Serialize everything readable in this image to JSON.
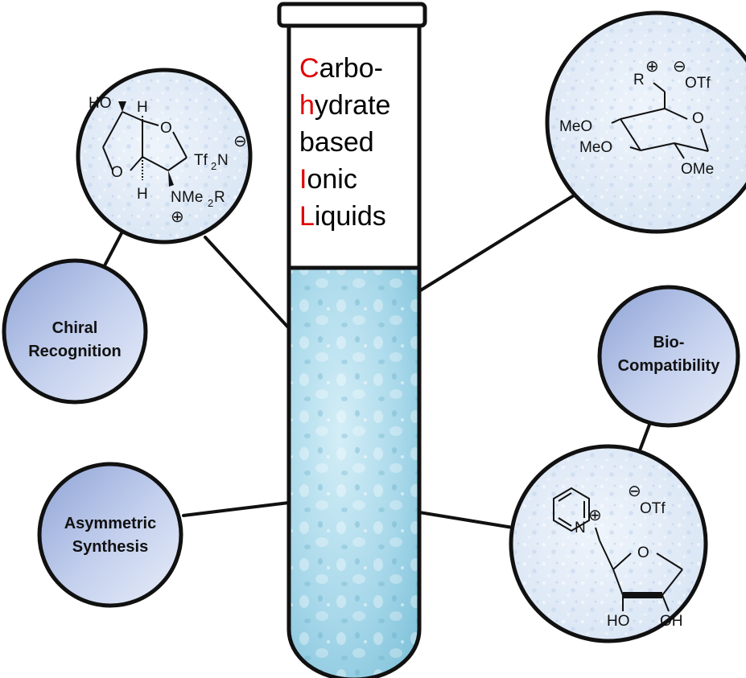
{
  "title": {
    "lines": [
      {
        "initial": "C",
        "rest": "arbo-"
      },
      {
        "initial": "h",
        "rest": "ydrate"
      },
      {
        "initial": "",
        "rest": "based"
      },
      {
        "initial": "I",
        "rest": "onic"
      },
      {
        "initial": "L",
        "rest": "iquids"
      }
    ],
    "highlight_color": "#e00000"
  },
  "features": [
    {
      "lines": [
        "Chiral",
        "Recognition"
      ]
    },
    {
      "lines": [
        "Asymmetric",
        "Synthesis"
      ]
    },
    {
      "lines": [
        "Bio-",
        "Compatibility"
      ]
    }
  ],
  "structures": {
    "isosorbide": {
      "labels": [
        "HO",
        "H",
        "H",
        "O",
        "O",
        "Tf",
        "2",
        "N",
        "N",
        "Me",
        "2",
        "R",
        "⊖",
        "⊕"
      ]
    },
    "glucose": {
      "labels": [
        "R",
        "⊕",
        "⊖",
        "OTf",
        "MeO",
        "MeO",
        "O",
        "OMe"
      ]
    },
    "ribose": {
      "labels": [
        "N",
        "⊕",
        "⊖",
        "OTf",
        "O",
        "HO",
        "OH"
      ]
    }
  },
  "colors": {
    "liquid": "#9fd3e6",
    "bubble_fill": "#b5c4e6",
    "molecule_bg": "#e3ecf7",
    "outline": "#111111"
  }
}
